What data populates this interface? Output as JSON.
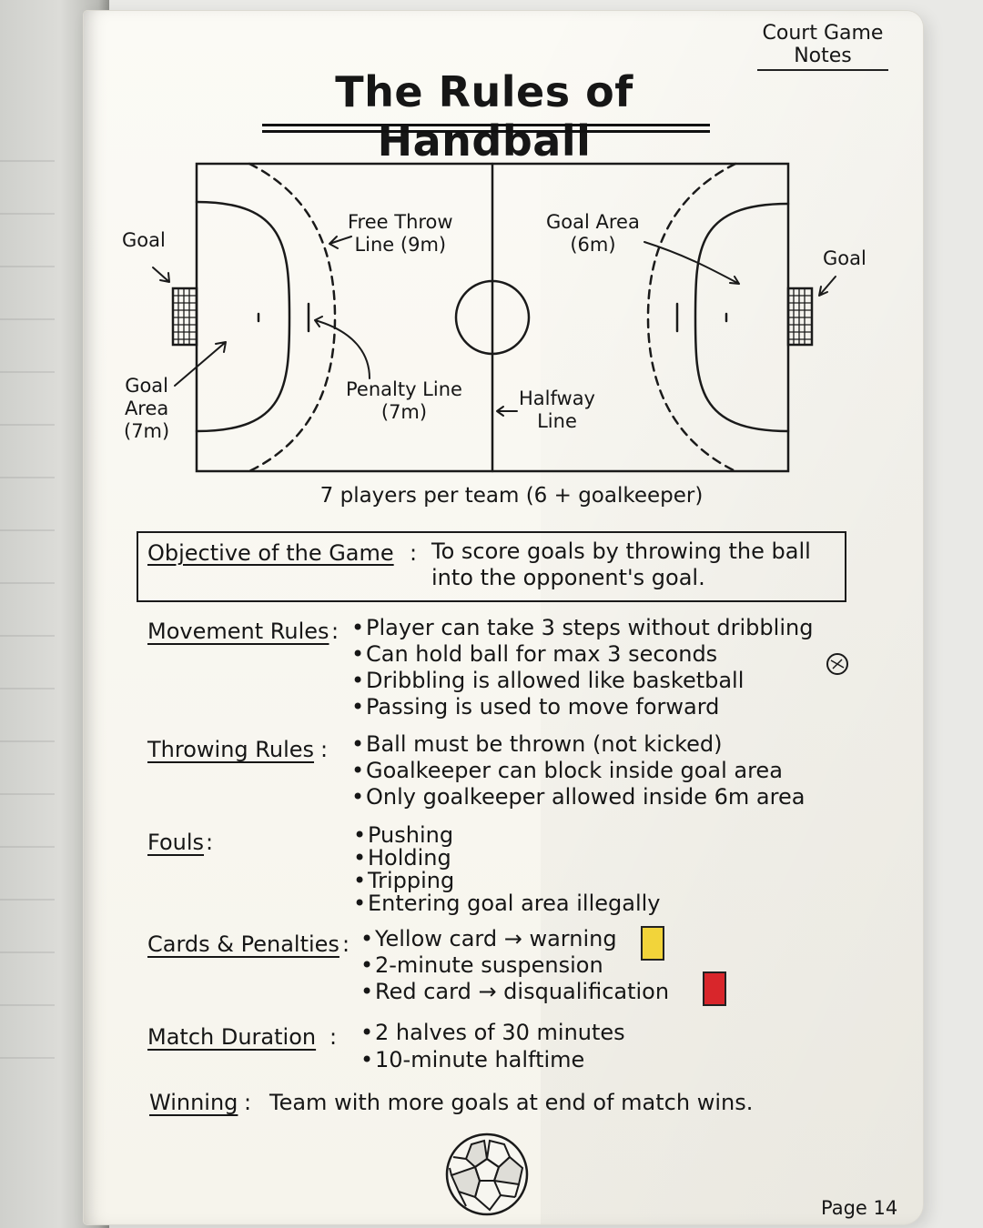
{
  "corner_label": [
    "Court Game",
    "Notes"
  ],
  "title": "The Rules of Handball",
  "court": {
    "left_goal": "Goal",
    "right_goal": "Goal",
    "free_throw_line": [
      "Free Throw",
      "Line (9m)"
    ],
    "goal_area_right": [
      "Goal Area",
      "(6m)"
    ],
    "goal_area_left": [
      "Goal",
      "Area",
      "(7m)"
    ],
    "penalty_line": [
      "Penalty Line",
      "(7m)"
    ],
    "halfway_line": [
      "Halfway",
      "Line"
    ]
  },
  "team_size": "7 players per team (6 + goalkeeper)",
  "objective": {
    "label": "Objective of the Game",
    "text": [
      "To score goals by throwing the ball",
      "into the opponent's goal."
    ]
  },
  "sections": {
    "movement": {
      "label": "Movement Rules",
      "items": [
        "Player can take 3 steps without dribbling",
        "Can hold ball for max 3 seconds",
        "Dribbling is allowed like basketball",
        "Passing is used to move forward"
      ]
    },
    "throwing": {
      "label": "Throwing Rules",
      "items": [
        "Ball must be thrown (not kicked)",
        "Goalkeeper can block inside goal area",
        "Only goalkeeper allowed inside 6m area"
      ]
    },
    "fouls": {
      "label": "Fouls",
      "items": [
        "Pushing",
        "Holding",
        "Tripping",
        "Entering goal area illegally"
      ]
    },
    "cards": {
      "label": "Cards & Penalties",
      "items": [
        "Yellow card → warning",
        "2-minute suspension",
        "Red card → disqualification"
      ]
    },
    "duration": {
      "label": "Match Duration",
      "items": [
        "2 halves of 30 minutes",
        "10-minute halftime"
      ]
    }
  },
  "winning": {
    "label": "Winning",
    "text": "Team with more goals at end of match wins."
  },
  "colors": {
    "yellow_card": "#f2d43a",
    "red_card": "#d8262b",
    "ink": "#161616"
  },
  "page_number": "Page 14"
}
